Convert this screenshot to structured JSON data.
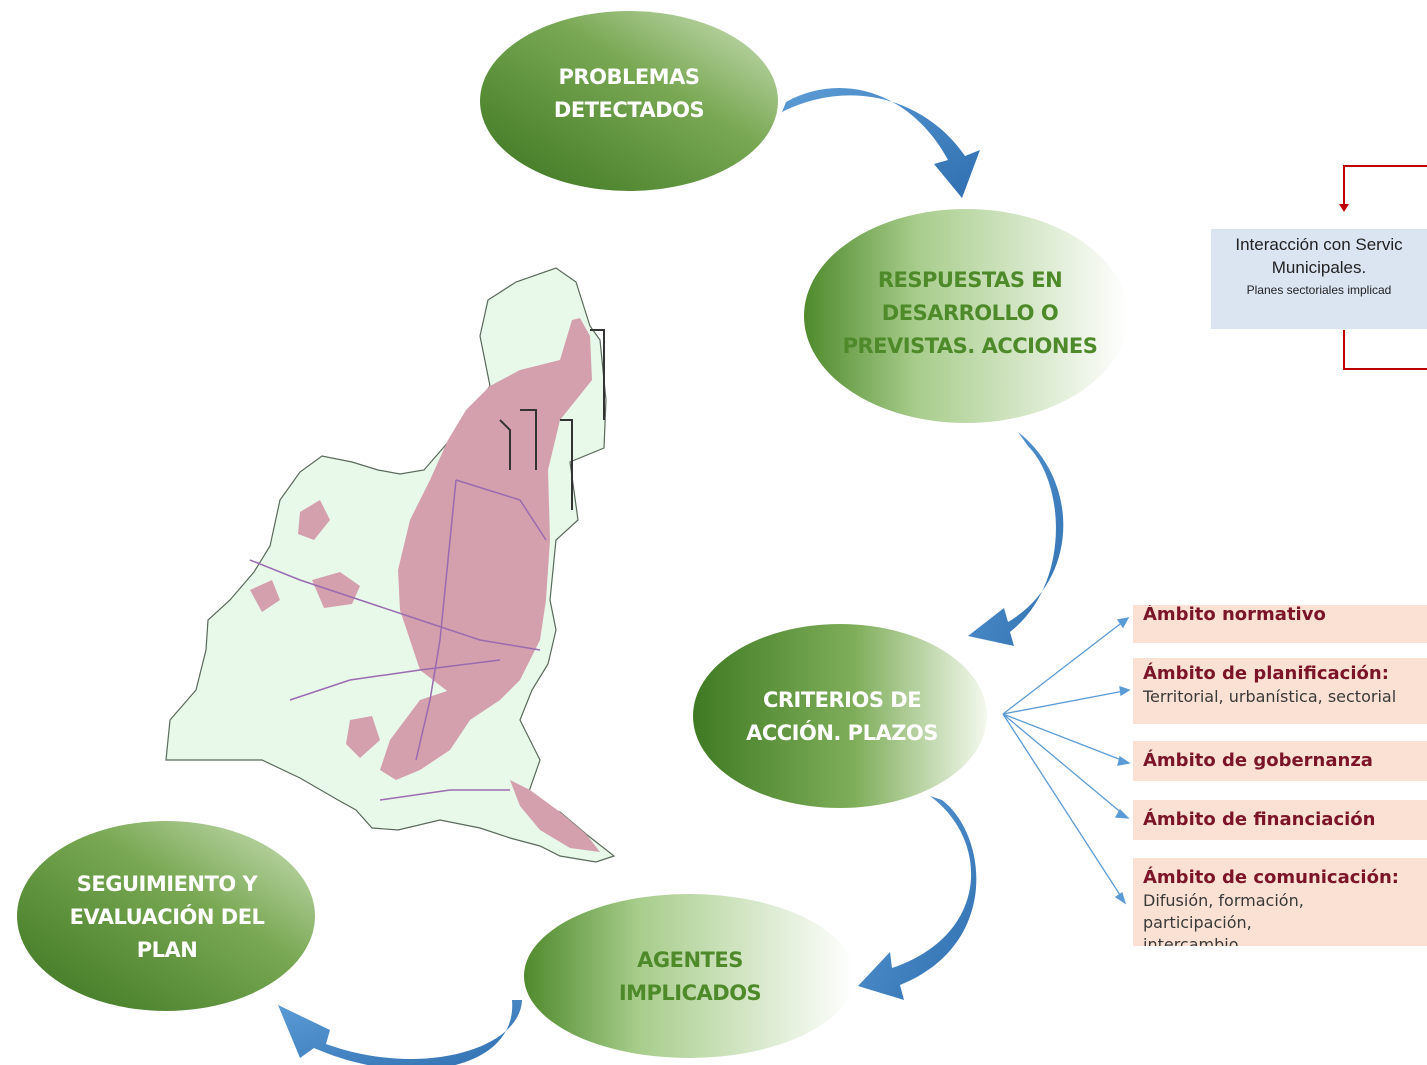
{
  "ellipses": {
    "problemas": [
      "PROBLEMAS",
      "DETECTADOS"
    ],
    "respuestas": [
      "RESPUESTAS EN",
      "DESARROLLO O",
      "PREVISTAS. ACCIONES"
    ],
    "criterios": [
      "CRITERIOS DE",
      "ACCIÓN. PLAZOS"
    ],
    "agentes": [
      "AGENTES",
      "IMPLICADOS"
    ],
    "seguimiento": [
      "SEGUIMIENTO Y",
      "EVALUACIÓN DEL",
      "PLAN"
    ]
  },
  "service_box": {
    "line1": "Interacción con Servic",
    "line2": "Municipales.",
    "line3": "Planes sectoriales implicad"
  },
  "scopes": [
    {
      "title": "Ámbito normativo",
      "detail": ""
    },
    {
      "title": "Ámbito de planificación:",
      "detail": "Territorial, urbanística, sectorial"
    },
    {
      "title": "Ámbito de gobernanza",
      "detail": ""
    },
    {
      "title": "Ámbito de financiación",
      "detail": ""
    },
    {
      "title": "Ámbito de comunicación:",
      "detail": "Difusión, formación, participación, intercambio"
    }
  ],
  "colors": {
    "ellipse_dark": "#4a7f2a",
    "ellipse_light": "#ffffff",
    "arrow": "#4a86c5",
    "map_land": "#e8f8e9",
    "map_urban": "#d4a0ad",
    "scope_bg": "#fbe1d3",
    "scope_title": "#7b1428",
    "service_bg": "#dbe5f2",
    "connector_red": "#c00000"
  }
}
